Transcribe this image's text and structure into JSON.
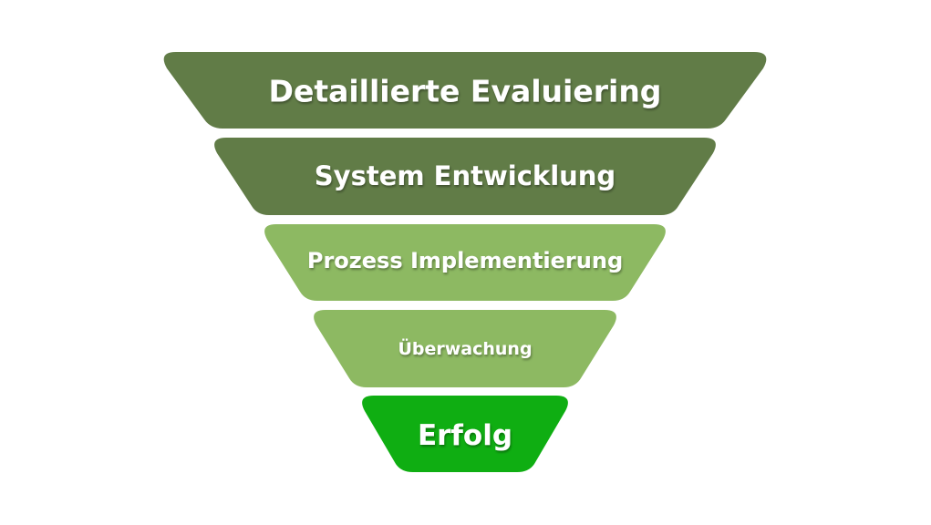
{
  "funnel": {
    "stages": [
      {
        "label": "Detaillierte Evaluiering",
        "color": "#617c47"
      },
      {
        "label": "System Entwicklung",
        "color": "#617c47"
      },
      {
        "label": "Prozess Implementierung",
        "color": "#8db962"
      },
      {
        "label": "Überwachung",
        "color": "#8db962"
      },
      {
        "label": "Erfolg",
        "color": "#0fae12"
      }
    ]
  }
}
